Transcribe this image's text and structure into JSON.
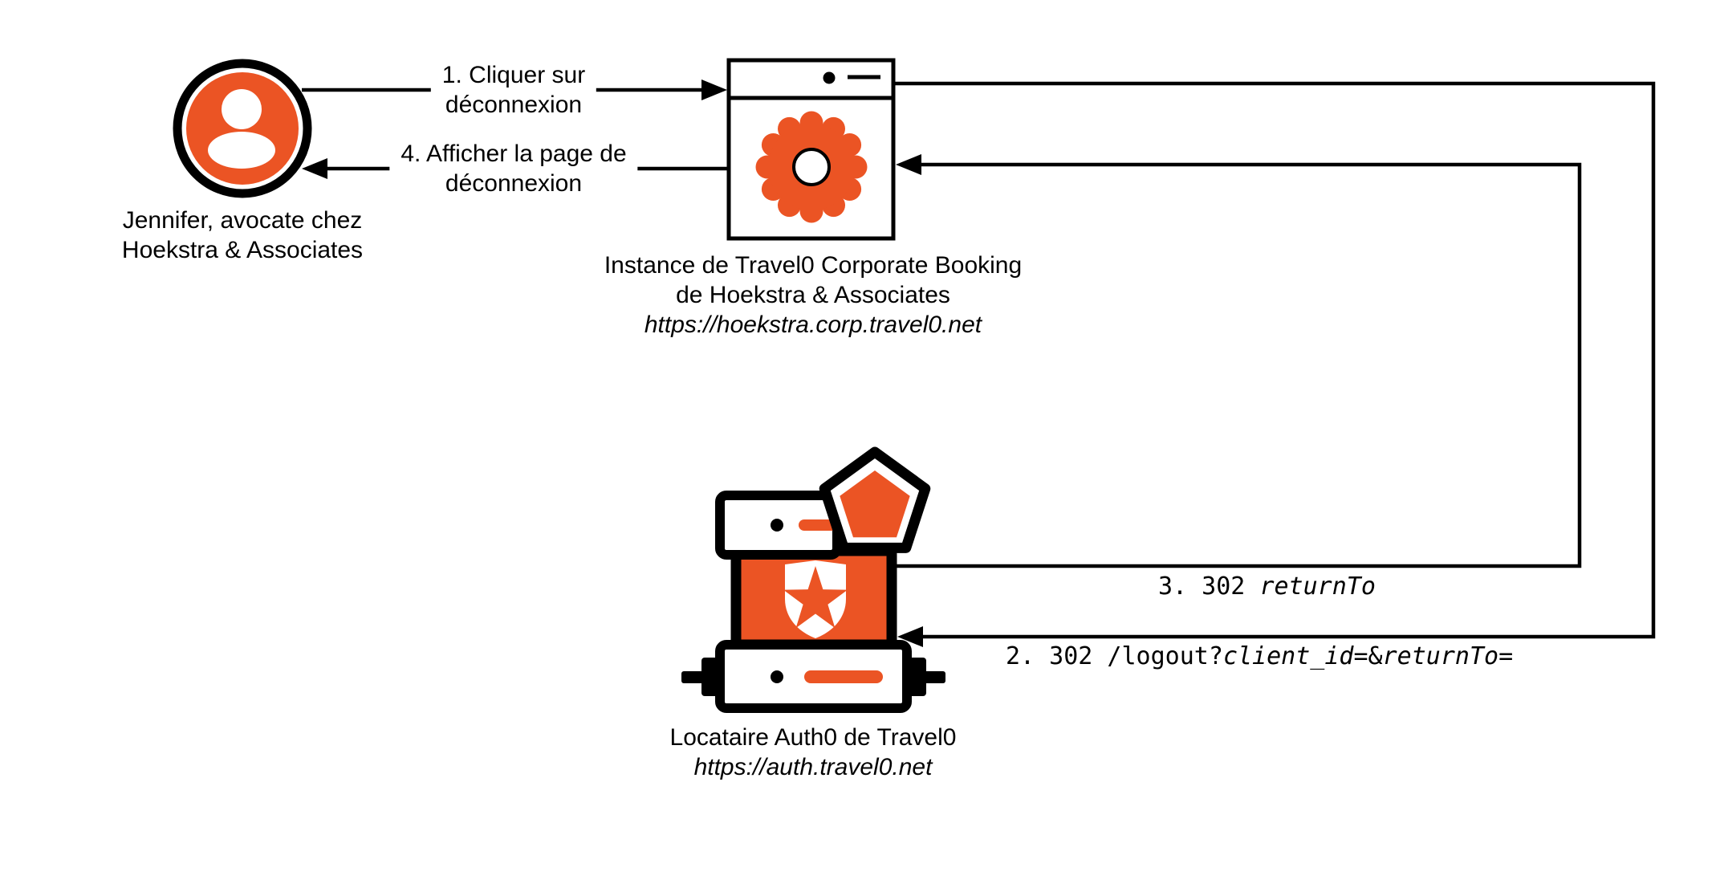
{
  "diagram": {
    "actor": {
      "line1": "Jennifer, avocate chez",
      "line2": "Hoekstra & Associates"
    },
    "browser": {
      "line1": "Instance de Travel0 Corporate Booking",
      "line2": "de Hoekstra & Associates",
      "url": "https://hoekstra.corp.travel0.net"
    },
    "auth0": {
      "line1": "Locataire Auth0 de Travel0",
      "url": "https://auth.travel0.net"
    },
    "flows": {
      "step1": {
        "line1": "1. Cliquer sur",
        "line2": "déconnexion"
      },
      "step2": {
        "prefix": "2. 302 /logout?",
        "param1": "client_id",
        "mid": "=&",
        "param2": "returnTo",
        "suffix": "="
      },
      "step3": {
        "prefix": "3. 302 ",
        "param": "returnTo"
      },
      "step4": {
        "line1": "4. Afficher la page de",
        "line2": "déconnexion"
      }
    },
    "icons": {
      "actor": "user-icon",
      "browser": "browser-window-icon",
      "gear": "gear-icon",
      "server": "auth0-server-icon",
      "pentagon": "pentagon-badge-icon",
      "shield": "auth0-shield-icon"
    },
    "colors": {
      "accent": "#EB5424",
      "ink": "#000000"
    }
  }
}
